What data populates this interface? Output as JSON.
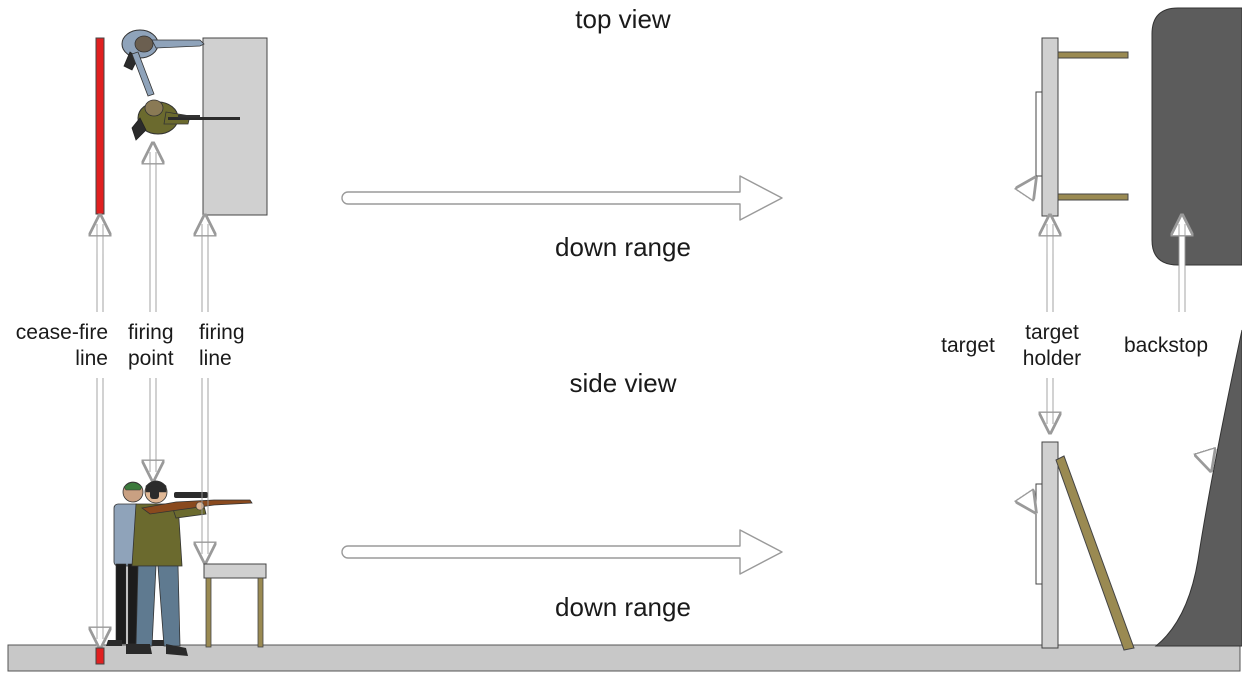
{
  "views": {
    "top": "top view",
    "side": "side view"
  },
  "direction": {
    "top_label": "down range",
    "side_label": "down range"
  },
  "labels": {
    "cease_fire": [
      "cease-fire",
      "line"
    ],
    "firing_point": [
      "firing",
      "point"
    ],
    "firing_line": [
      "firing",
      "line"
    ],
    "target": "target",
    "target_holder": [
      "target",
      "holder"
    ],
    "backstop": "backstop"
  },
  "colors": {
    "cease_fire_line": "#e02020",
    "bench": "#d0d0d0",
    "backstop": "#5c5c5c",
    "wood": "#9a8a52",
    "ground": "#c8c8c8"
  }
}
